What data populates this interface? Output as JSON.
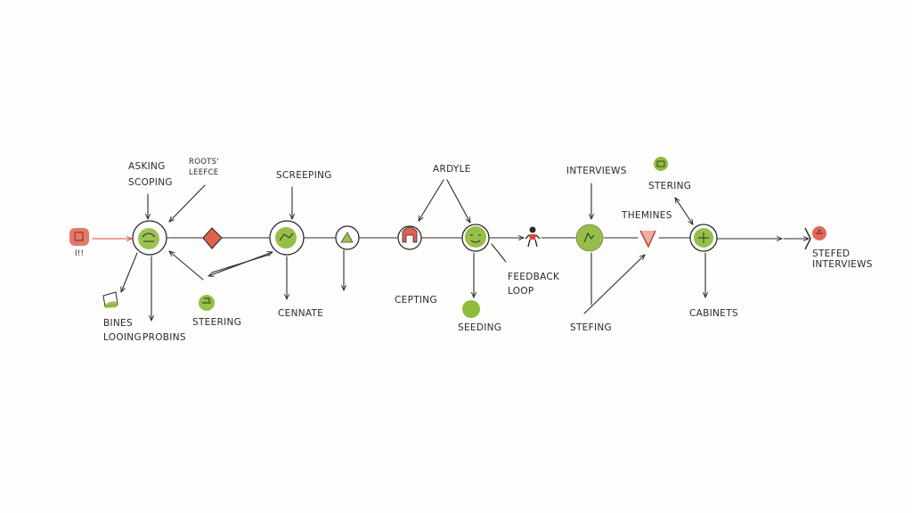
{
  "colors": {
    "ink": "#2b2b2b",
    "green": "#8ab833",
    "green_dark": "#5f8a1a",
    "red": "#e0604e",
    "red_dark": "#b83a2c"
  },
  "labels": {
    "start": "I!!",
    "asking_1": "ASKING",
    "asking_2": "SCOPING",
    "top_note_1": "ROOTS'",
    "top_note_2": "LEEFCE",
    "bines_1": "BINES",
    "bines_2": "LOOING",
    "probins": "PROBINS",
    "steering_bottom_1": "STEERING",
    "screening_top": "SCREEPING",
    "cennate": "CENNATE",
    "ardyle": "ARDYLE",
    "cepting": "CEPTING",
    "feedback_1": "FEEDBACK",
    "feedback_2": "LOOP",
    "seeding": "SEEDING",
    "interviews_top": "INTERVIEWS",
    "stering_top": "STERING",
    "themes": "THEMINES",
    "stefing_bottom": "STEFING",
    "cabinets": "CABINETS",
    "end_1": "STEFED",
    "end_2": "INTERVIEWS"
  }
}
